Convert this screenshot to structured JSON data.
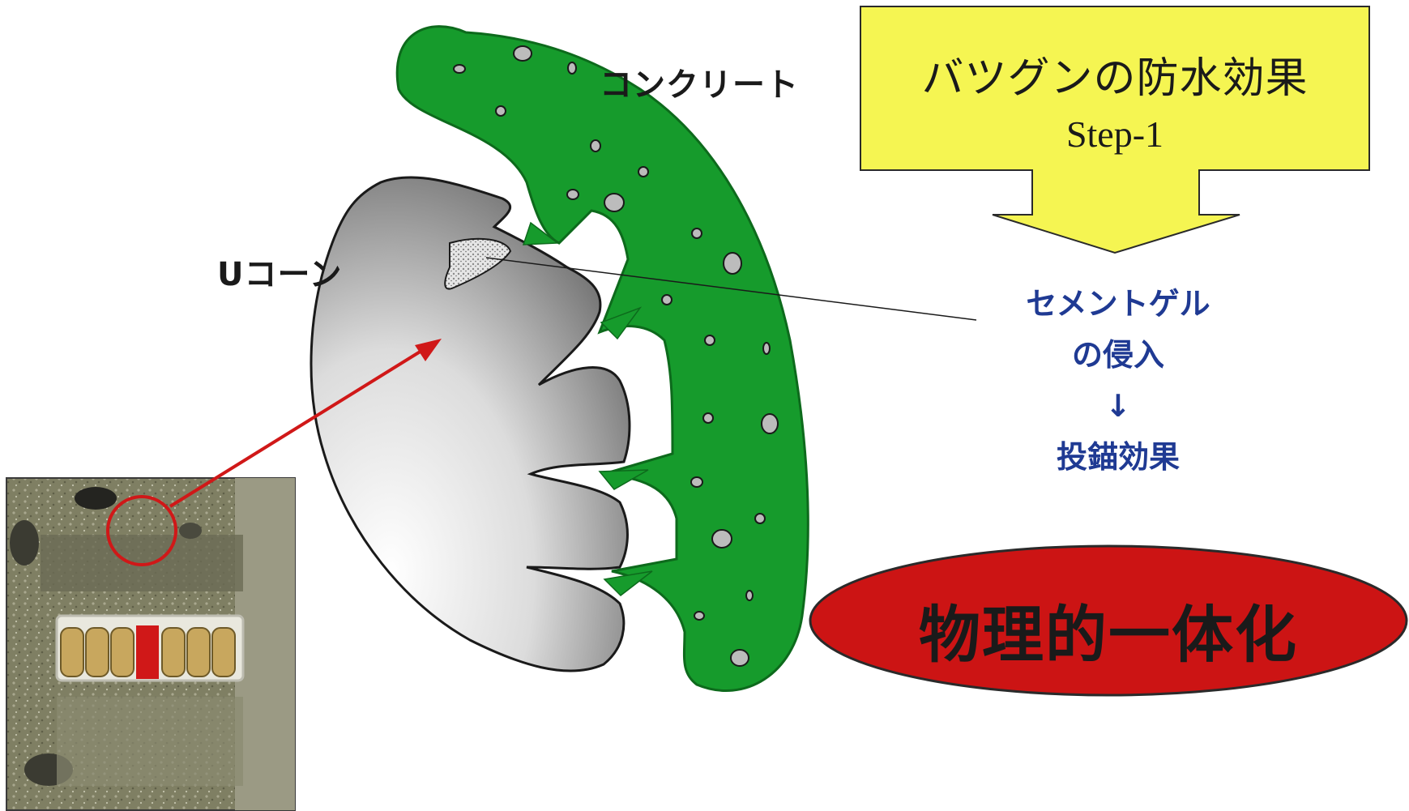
{
  "labels": {
    "concrete": "コンクリート",
    "u_cone": "Uコーン"
  },
  "title": {
    "main": "バツグンの防水効果",
    "sub": "Step-1"
  },
  "effect": {
    "line1": "セメントゲル",
    "line2": "の侵入",
    "arrow": "↓",
    "line3": "投錨効果"
  },
  "result": "物理的一体化",
  "colors": {
    "concrete_green": "#169b2c",
    "title_yellow": "#f5f552",
    "result_red": "#cc1414",
    "effect_blue": "#1f3a93",
    "leader_red": "#d01818"
  }
}
